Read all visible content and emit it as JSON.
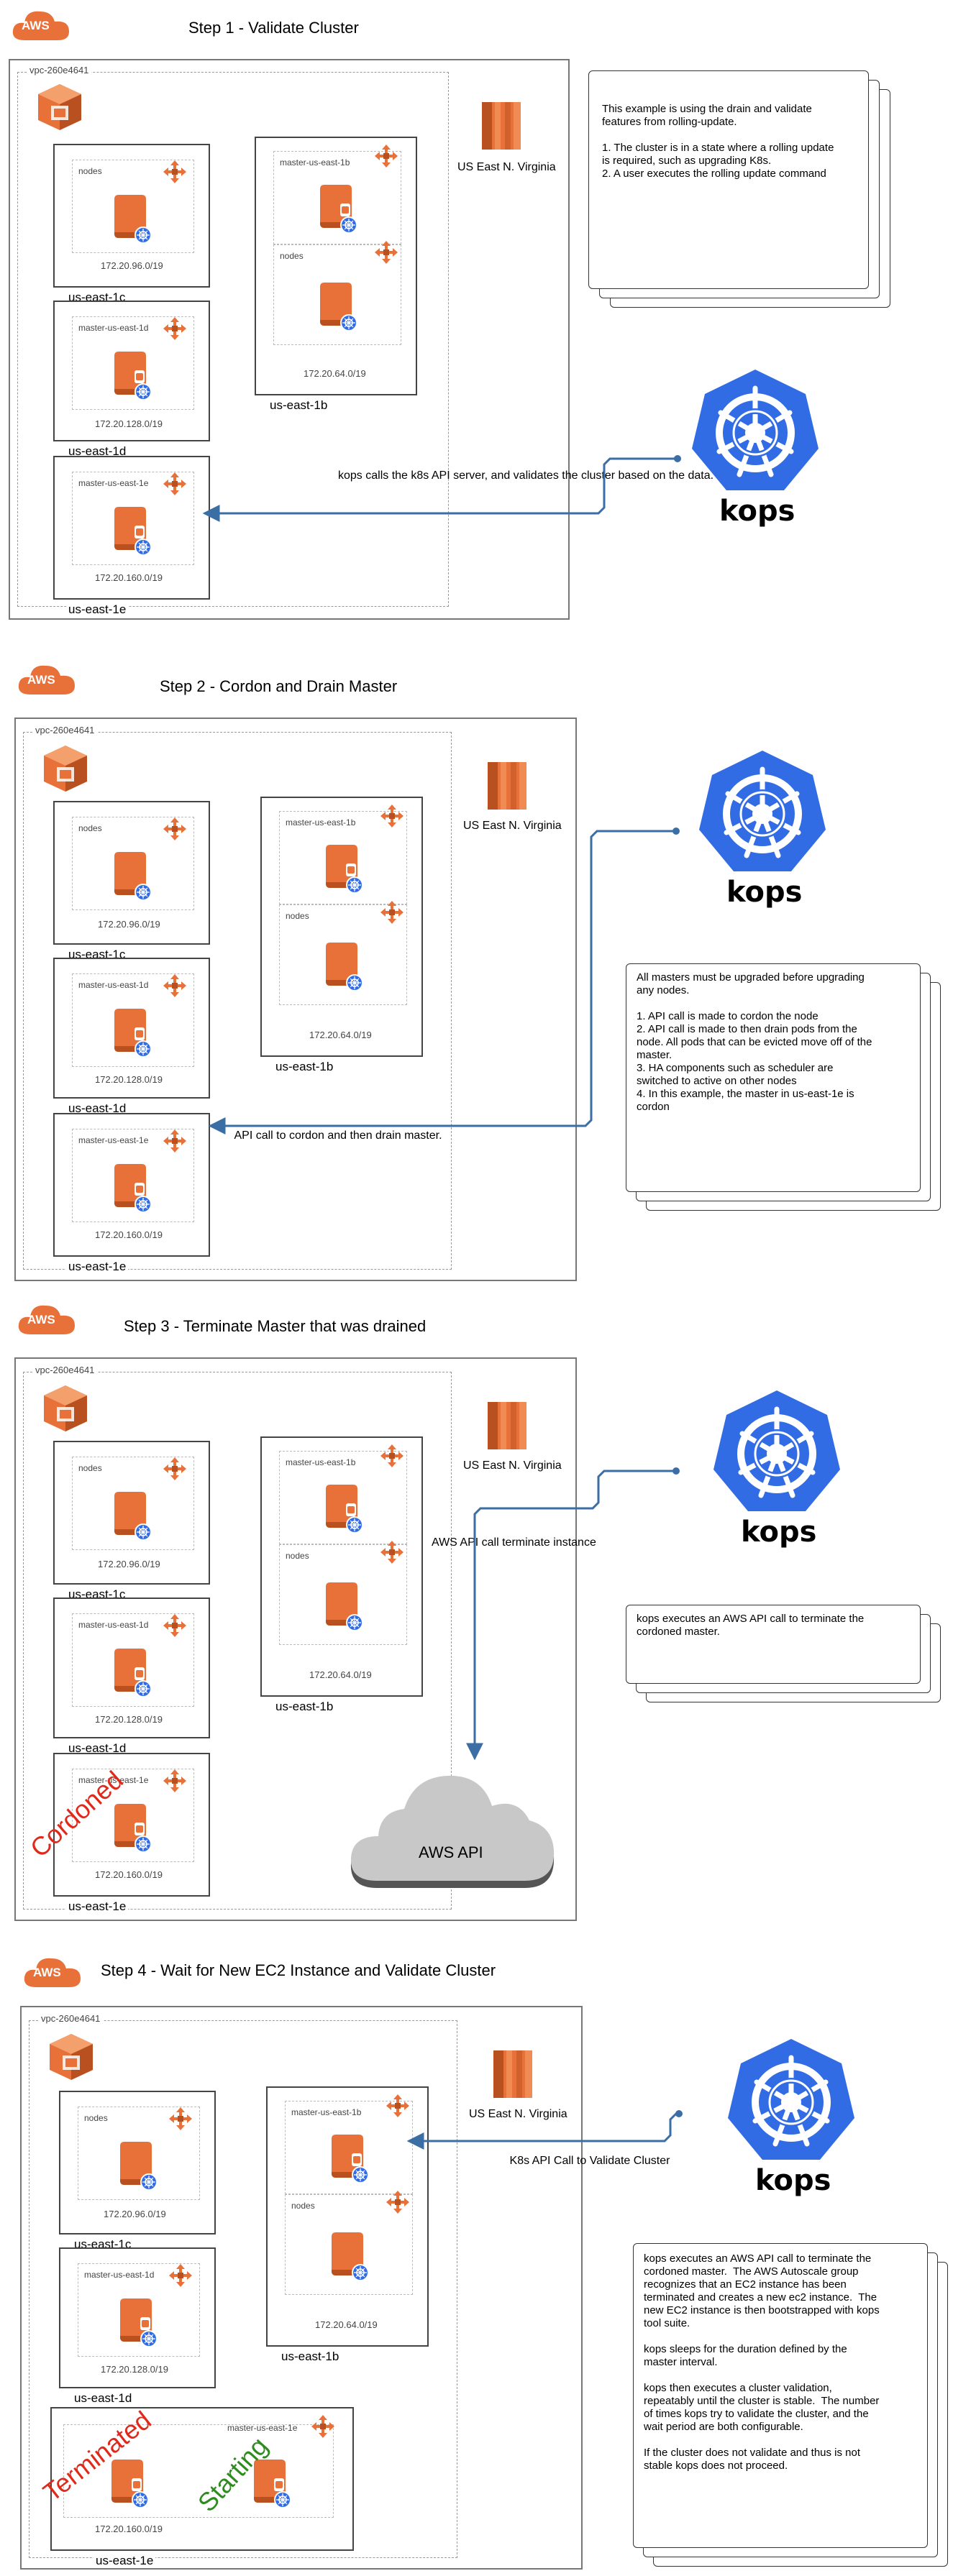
{
  "aws_badge": "AWS",
  "vpc_label": "vpc-260e4641",
  "region_label": "US East N. Virginia",
  "kops_word": "kops",
  "az": {
    "c": "us-east-1c",
    "d": "us-east-1d",
    "e": "us-east-1e",
    "b": "us-east-1b"
  },
  "subnet": {
    "nodes": "nodes",
    "master_1b": "master-us-east-1b",
    "master_1d": "master-us-east-1d",
    "master_1e": "master-us-east-1e"
  },
  "cidr": {
    "c": "172.20.96.0/19",
    "d": "172.20.128.0/19",
    "e": "172.20.160.0/19",
    "b": "172.20.64.0/19"
  },
  "steps": [
    {
      "title": "Step 1 -  Validate Cluster",
      "note": "This example is using the drain and validate\nfeatures from rolling-update.\n\n1. The cluster is in a state where a rolling update\nis required, such as upgrading K8s.\n2. A user executes the rolling update command",
      "caption": "kops calls the k8s API server, and\nvalidates the cluster based on the data."
    },
    {
      "title": "Step 2 - Cordon and Drain Master",
      "note": "All masters must be upgraded before upgrading\nany nodes.\n\n1. API call is made to cordon the node\n2. API call is made to then drain pods from the\nnode. All pods that can be evicted move off of the\nmaster.\n3. HA components such as scheduler are\nswitched to active on other nodes\n4. In this example, the master in us-east-1e is\ncordon",
      "caption": "API call to cordon and then drain master."
    },
    {
      "title": "Step 3 - Terminate Master that was drained",
      "note": "kops executes an AWS API call to terminate the\ncordoned master.",
      "caption": "AWS API call\nterminate instance",
      "overlay": "Cordoned",
      "cloud": "AWS API"
    },
    {
      "title": "Step 4 - Wait for New EC2 Instance and Validate Cluster",
      "note": "kops executes an AWS API call to terminate the\ncordoned master.  The AWS Autoscale group\nrecognizes that an EC2 instance has been\nterminated and creates a new ec2 instance.  The\nnew EC2 instance is then bootstrapped with kops\ntool suite.\n\nkops sleeps for the duration defined by the\nmaster interval.\n\nkops then executes a cluster validation,\nrepeatably until the cluster is stable.  The number\nof times kops try to validate the cluster, and the\nwait period are both configurable.\n\nIf the cluster does not validate and thus is not\nstable kops does not proceed.",
      "caption": "K8s API Call to Validate Cluster",
      "overlay_terminated": "Terminated",
      "overlay_starting": "Starting"
    }
  ],
  "colors": {
    "aws_orange": "#e8713a",
    "kube_blue": "#326ce5",
    "arrow": "#3a6ea5",
    "cordoned_red": "#e0291b",
    "starting_green": "#2e8b1f"
  }
}
